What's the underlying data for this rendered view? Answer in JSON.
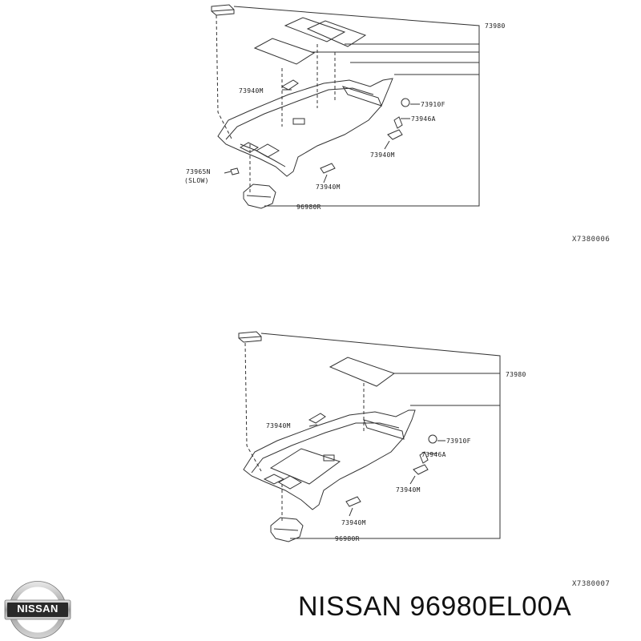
{
  "diagram_top": {
    "code": "X7380006",
    "labels": {
      "l73980": "73980",
      "l73940m_a": "73940M",
      "l73910f": "73910F",
      "l73946a": "73946A",
      "l73940m_b": "73940M",
      "l73965n": "73965N",
      "slow": "(SLOW)",
      "l73940m_c": "73940M",
      "l96980r": "96980R"
    }
  },
  "diagram_bottom": {
    "code": "X7380007",
    "labels": {
      "l73980": "73980",
      "l73940m_a": "73940M",
      "l73910f": "73910F",
      "l73946a": "73946A",
      "l73940m_b": "73940M",
      "l73940m_c": "73940M",
      "l96980r": "96980R"
    }
  },
  "brand": {
    "logo_text": "NISSAN",
    "part_title": "NISSAN 96980EL00A"
  },
  "colors": {
    "line": "#333333",
    "logo_silver": "#b7b7b7",
    "logo_band": "#2a2a2a"
  }
}
